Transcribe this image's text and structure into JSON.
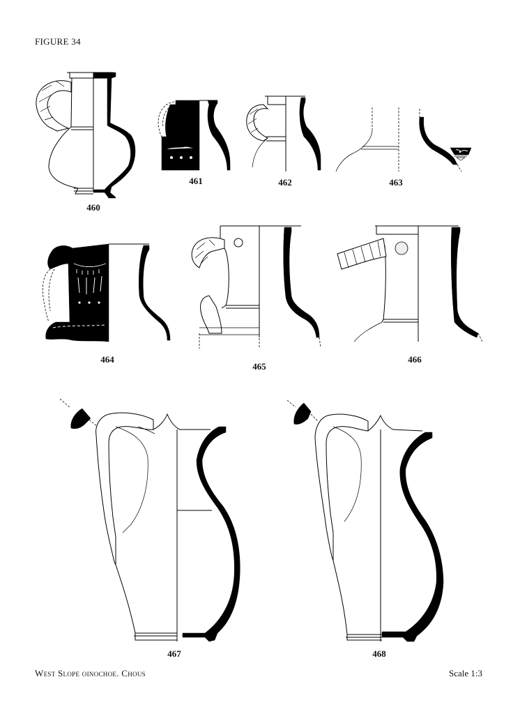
{
  "figure_title": "FIGURE 34",
  "catalog": {
    "n460": "460",
    "n461": "461",
    "n462": "462",
    "n463": "463",
    "n464": "464",
    "n465": "465",
    "n466": "466",
    "n467": "467",
    "n468": "468"
  },
  "footer": {
    "caption": "West Slope oinochoe. Chous",
    "scale": "Scale 1:3"
  }
}
